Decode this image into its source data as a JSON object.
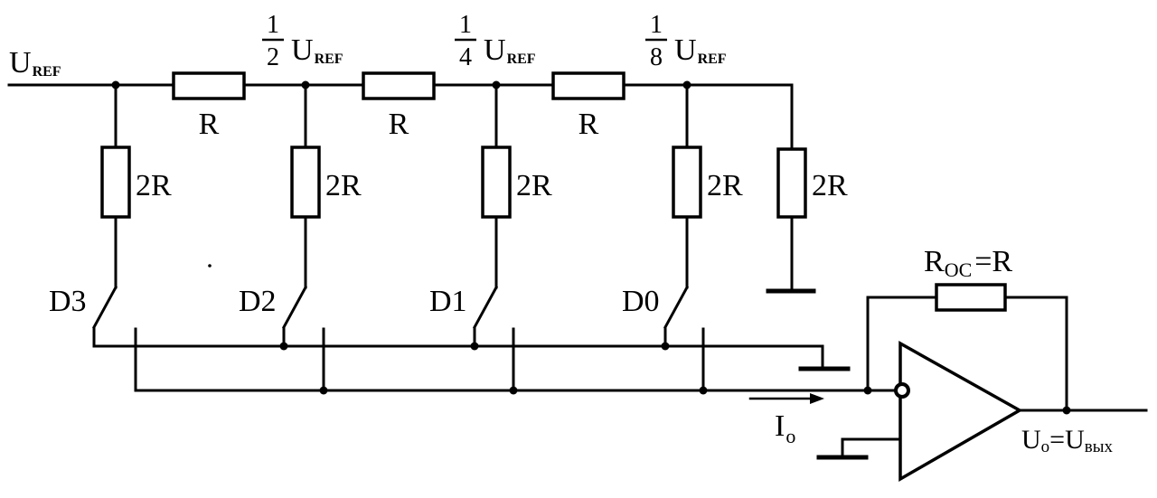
{
  "diagram": {
    "input_label": {
      "main": "U",
      "sub": "REF"
    },
    "node_labels": [
      {
        "num": "1",
        "den": "2",
        "main": "U",
        "sub": "REF"
      },
      {
        "num": "1",
        "den": "4",
        "main": "U",
        "sub": "REF"
      },
      {
        "num": "1",
        "den": "8",
        "main": "U",
        "sub": "REF"
      }
    ],
    "series_resistor_labels": [
      "R",
      "R",
      "R"
    ],
    "shunt_resistor_labels": [
      "2R",
      "2R",
      "2R",
      "2R",
      "2R"
    ],
    "switch_labels": [
      "D3",
      "D2",
      "D1",
      "D0"
    ],
    "feedback_label": {
      "main": "R",
      "sub": "OC",
      "suffix": "=R"
    },
    "current_label": {
      "main": "I",
      "sub": "o"
    },
    "output_label": {
      "main": "U",
      "sub": "o",
      "eq": "=U",
      "sub2": "вых"
    }
  },
  "colors": {
    "ink": "#000000",
    "background": "#ffffff"
  }
}
